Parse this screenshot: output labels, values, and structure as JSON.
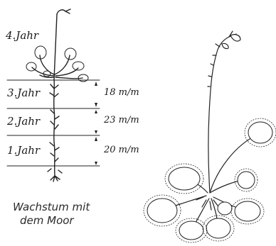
{
  "years": [
    {
      "label": "4.Jahr",
      "rate": ""
    },
    {
      "label": "3.Jahr",
      "rate": "18 m/m"
    },
    {
      "label": "2.Jahr",
      "rate": "23 m/m"
    },
    {
      "label": "1.Jahr",
      "rate": "20 m/m"
    }
  ],
  "caption": {
    "line1": "Wachstum mit",
    "line2": "dem Moor"
  }
}
